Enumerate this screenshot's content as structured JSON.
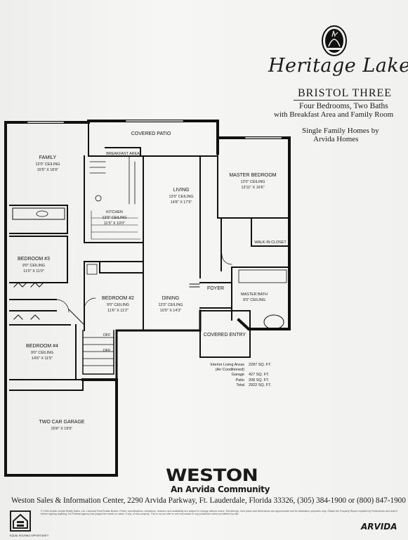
{
  "header": {
    "title": "Heritage Lake",
    "plan_name": "BRISTOL THREE",
    "line1": "Four Bedrooms, Two Baths",
    "line2": "with Breakfast Area and Family Room",
    "line3": "Single Family Homes by",
    "line4": "Arvida Homes",
    "logo_icon": "heron-emblem-icon"
  },
  "rooms": {
    "covered_patio": "COVERED PATIO",
    "breakfast_area": "BREAKFAST AREA",
    "family": {
      "name": "FAMILY",
      "ceiling": "12'0\" CEILING",
      "size": "15'5\" X 16'6\""
    },
    "living": {
      "name": "LIVING",
      "ceiling": "13'0\" CEILING",
      "size": "14'8\" X 17'5\""
    },
    "master_bedroom": {
      "name": "MASTER BEDROOM",
      "ceiling": "12'0\" CEILING",
      "size": "13'11\" X 16'6\""
    },
    "walk_in_closet": "WALK-IN CLOSET",
    "kitchen": {
      "name": "KITCHEN",
      "ceiling": "12'0\" CEILING",
      "size": "11'5\" X 10'0\""
    },
    "bedroom3": {
      "name": "BEDROOM #3",
      "ceiling": "9'0\" CEILING",
      "size": "11'0\" X 11'0\""
    },
    "bedroom2": {
      "name": "BEDROOM #2",
      "ceiling": "9'0\" CEILING",
      "size": "11'6\" X 11'2\""
    },
    "bedroom4": {
      "name": "BEDROOM #4",
      "ceiling": "9'0\" CEILING",
      "size": "14'6\" X 11'5\""
    },
    "dining": {
      "name": "DINING",
      "ceiling": "12'0\" CEILING",
      "size": "10'0\" X 14'3\""
    },
    "foyer": "FOYER",
    "master_bath": {
      "name": "MASTER BATH",
      "ceiling": "9'0\" CEILING"
    },
    "covered_entry": "COVERED ENTRY",
    "garage": {
      "name": "TWO CAR GARAGE",
      "size": "20'6\" X 19'6\""
    },
    "closet_a": "OFF",
    "closet_b": "OFF"
  },
  "areas": [
    {
      "label": "Interior Living Areas",
      "value": "2287 SQ. FT."
    },
    {
      "label": "(Air Conditioned)",
      "value": ""
    },
    {
      "label": "Garage",
      "value": "427 SQ. FT."
    },
    {
      "label": "Patio",
      "value": "208 SQ. FT."
    },
    {
      "label": "Total",
      "value": "2922 SQ. FT."
    }
  ],
  "footer": {
    "brand": "WESTON",
    "brand_sub": "An Arvida Community",
    "sales": "Weston Sales & Information Center, 2290 Arvida Parkway, Ft. Lauderdale, Florida 33326, (305) 384-1900 or (800) 847-1900",
    "fine_print": "© 1994 Arvida. Arvida Realty Sales, Ltd. Licensed Real Estate Broker. Prices, specifications, elevations, features and availability are subject to change without notice. Renderings, floor plans and dimensions are approximate and for illustration purposes only. Obtain the Property Report required by Federal law and read it before signing anything. No Federal agency has judged the merits or value, if any, of this property. This is not an offer to sell real estate in any jurisdiction where prohibited by law.",
    "eho_label": "EQUAL HOUSING OPPORTUNITY",
    "arvida_logo": "ARVIDA"
  },
  "colors": {
    "ink": "#1a1a1a",
    "paper": "#f3f3f1"
  }
}
